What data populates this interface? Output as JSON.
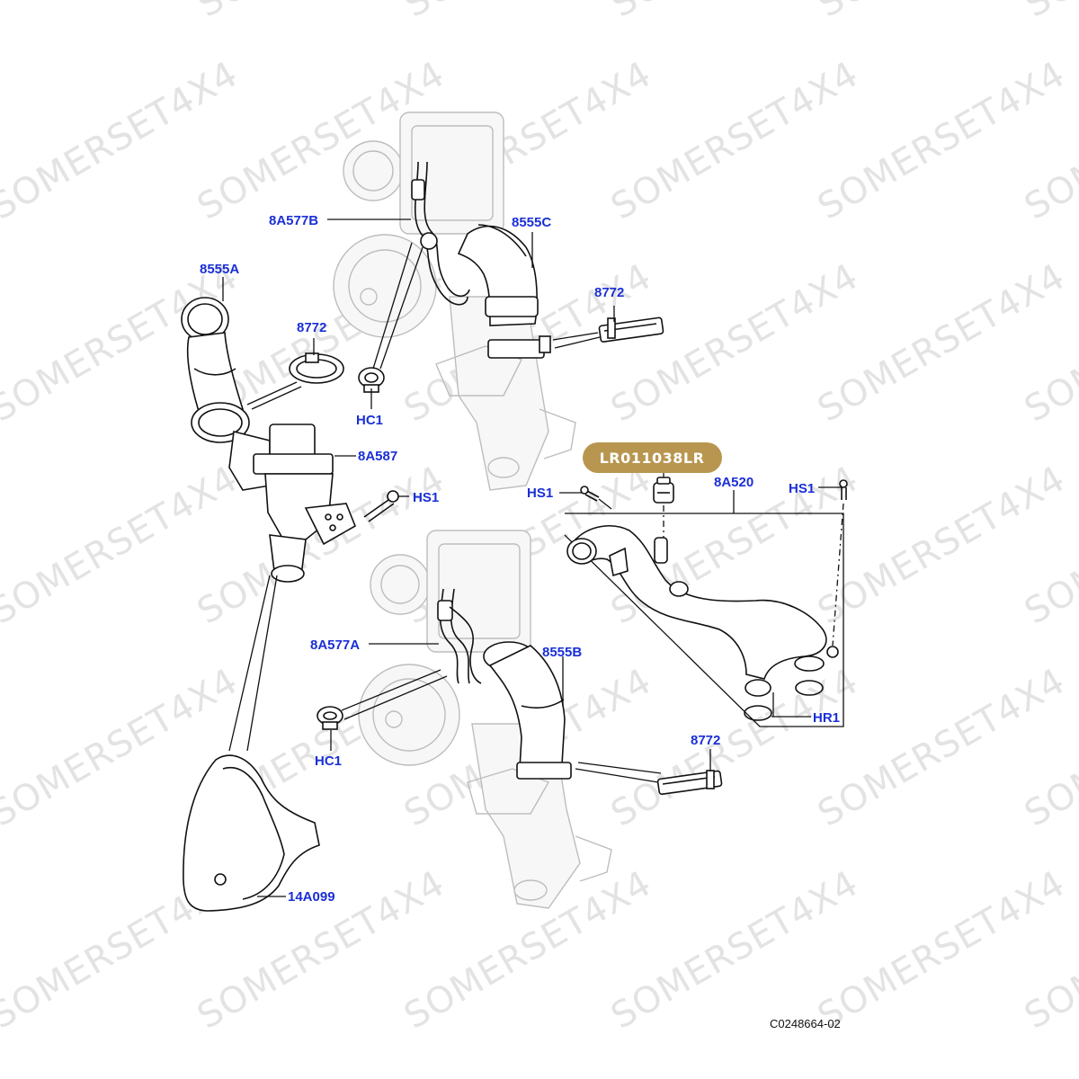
{
  "watermark_text": "SOMERSET4X4",
  "highlight": {
    "label": "LR011038LR",
    "color": "#b8964f"
  },
  "label_color": "#1a2fd6",
  "reference_code": "C0248664-02",
  "callouts": {
    "c_8A577B": "8A577B",
    "c_8555C": "8555C",
    "c_8555A": "8555A",
    "c_8772_top_left": "8772",
    "c_8772_top_right": "8772",
    "c_HC1_top": "HC1",
    "c_8A587": "8A587",
    "c_HS1_left": "HS1",
    "c_HS1_mid": "HS1",
    "c_8A520": "8A520",
    "c_HS1_right": "HS1",
    "c_8A577A": "8A577A",
    "c_8555B": "8555B",
    "c_HC1_bottom": "HC1",
    "c_HR1": "HR1",
    "c_8772_bottom": "8772",
    "c_14A099": "14A099"
  }
}
